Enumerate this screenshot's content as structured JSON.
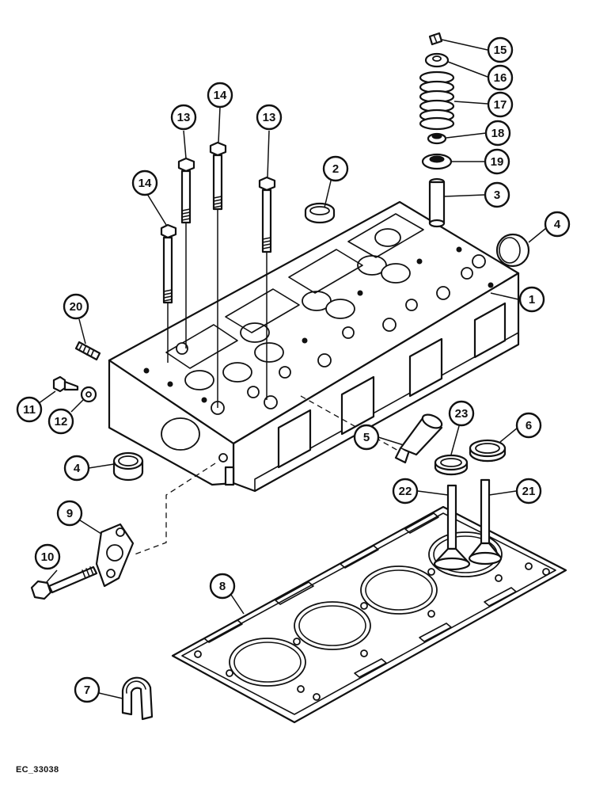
{
  "diagram": {
    "reference_code": "EC_33038",
    "callouts": [
      {
        "id": "c1",
        "label": "1"
      },
      {
        "id": "c2",
        "label": "2"
      },
      {
        "id": "c3",
        "label": "3"
      },
      {
        "id": "c4a",
        "label": "4"
      },
      {
        "id": "c4b",
        "label": "4"
      },
      {
        "id": "c5",
        "label": "5"
      },
      {
        "id": "c6",
        "label": "6"
      },
      {
        "id": "c7",
        "label": "7"
      },
      {
        "id": "c8",
        "label": "8"
      },
      {
        "id": "c9",
        "label": "9"
      },
      {
        "id": "c10",
        "label": "10"
      },
      {
        "id": "c11",
        "label": "11"
      },
      {
        "id": "c12",
        "label": "12"
      },
      {
        "id": "c13a",
        "label": "13"
      },
      {
        "id": "c13b",
        "label": "13"
      },
      {
        "id": "c14a",
        "label": "14"
      },
      {
        "id": "c14b",
        "label": "14"
      },
      {
        "id": "c15",
        "label": "15"
      },
      {
        "id": "c16",
        "label": "16"
      },
      {
        "id": "c17",
        "label": "17"
      },
      {
        "id": "c18",
        "label": "18"
      },
      {
        "id": "c19",
        "label": "19"
      },
      {
        "id": "c20",
        "label": "20"
      },
      {
        "id": "c21",
        "label": "21"
      },
      {
        "id": "c22",
        "label": "22"
      },
      {
        "id": "c23",
        "label": "23"
      }
    ]
  }
}
